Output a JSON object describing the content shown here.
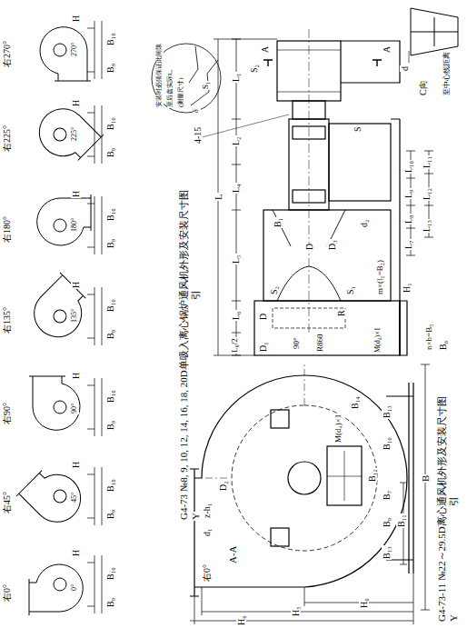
{
  "diagram": {
    "title": "G4-73 №8, 9, 10, 12, 14, 16, 18, 20D单吸入离心锅炉通风机外形及安装尺寸图",
    "caption": "G4-73-11 №22～29.5D离心通风机外形及安装尺寸图",
    "labels": [
      "右0°",
      "0°",
      "H",
      "B₉",
      "B₁₀",
      "右45°",
      "45°",
      "H",
      "B₉",
      "B₁₀",
      "右90°",
      "90°",
      "H",
      "B₉",
      "B₁₀",
      "右135°",
      "135°",
      "H",
      "B₉",
      "B₁₀",
      "右180°",
      "180°",
      "H",
      "B₉",
      "B₁₀",
      "右225°",
      "225°",
      "H",
      "B₉",
      "B₁₀",
      "右270°",
      "270°",
      "H",
      "B₉",
      "B₁₀",
      "Y",
      "引",
      "Y",
      "引",
      "A-A",
      "右0°",
      "d₁",
      "z-h₁",
      "D₂",
      "B₁₄",
      "M(d₄)×1",
      "B₁₃",
      "B₁₀",
      "B₁₂",
      "B₇",
      "B₉",
      "B₁₃",
      "B₁₁",
      "B",
      "H₆",
      "H₅",
      "H₀",
      "L",
      "L₆/2",
      "L₆",
      "L₅",
      "L₄",
      "L₂",
      "L₁",
      "4-15",
      "S₂",
      "A",
      "A",
      "S",
      "S₂",
      "S₁",
      "D",
      "D₃",
      "d₂",
      "B₁",
      "m×(l₁=B₂)",
      "D₁",
      "D",
      "90°",
      "R860",
      "R",
      "M(d₄)×1",
      "H₁",
      "n×h=B₅",
      "B₆",
      "L₁₀",
      "L₉",
      "L₈",
      "L₇",
      "L₁₁",
      "L₁₂",
      "L₁₃",
      "d",
      "C向",
      "至中心线距离",
      "安装时必须保证此间隙",
      "至后盘实际L₀",
      "(测量尺寸)",
      "δ",
      "S₁"
    ]
  }
}
